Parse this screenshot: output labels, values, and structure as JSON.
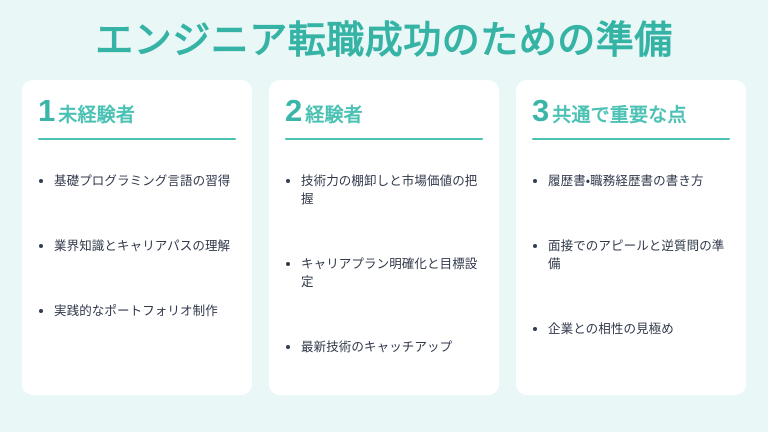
{
  "slide": {
    "title": "エンジニア転職成功のための準備",
    "background_color": "#eaf7f7",
    "title_color": "#35b3a5",
    "card_color": "#ffffff",
    "accent_color": "#4cc2b4",
    "number_color": "#3ab5a8",
    "body_text_color": "#30384a",
    "columns": [
      {
        "number": "1",
        "title": "未経験者",
        "items": [
          "基礎プログラミング言語の習得",
          "業界知識とキャリアパスの理解",
          "実践的なポートフォリオ制作"
        ]
      },
      {
        "number": "2",
        "title": "経験者",
        "items": [
          "技術力の棚卸しと市場価値の把握",
          "キャリアプラン明確化と目標設定",
          "最新技術のキャッチアップ"
        ]
      },
      {
        "number": "3",
        "title": "共通で重要な点",
        "items": [
          "履歴書・職務経歴書の書き方",
          "面接でのアピールと逆質問の準備",
          "企業との相性の見極め"
        ]
      }
    ]
  }
}
